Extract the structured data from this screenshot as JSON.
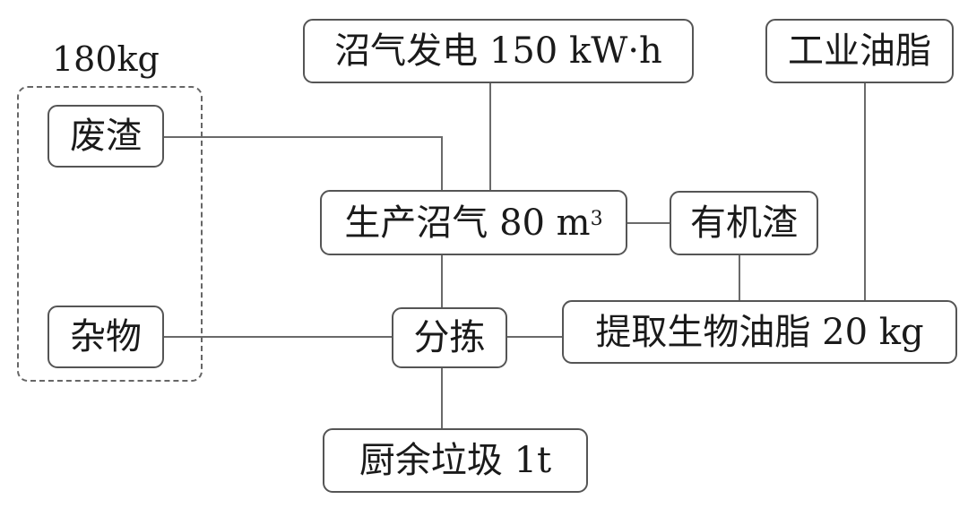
{
  "group": {
    "label": "180kg",
    "items": [
      "废渣",
      "杂物"
    ]
  },
  "nodes": {
    "biogas_power": "沼气发电 150 kW·h",
    "industrial_grease": "工业油脂",
    "biogas_production": "生产沼气 80 m",
    "biogas_production_unit_exp": "3",
    "organic_residue": "有机渣",
    "sorting": "分拣",
    "grease_extraction": "提取生物油脂 20 kg",
    "kitchen_waste": "厨余垃圾 1t"
  }
}
